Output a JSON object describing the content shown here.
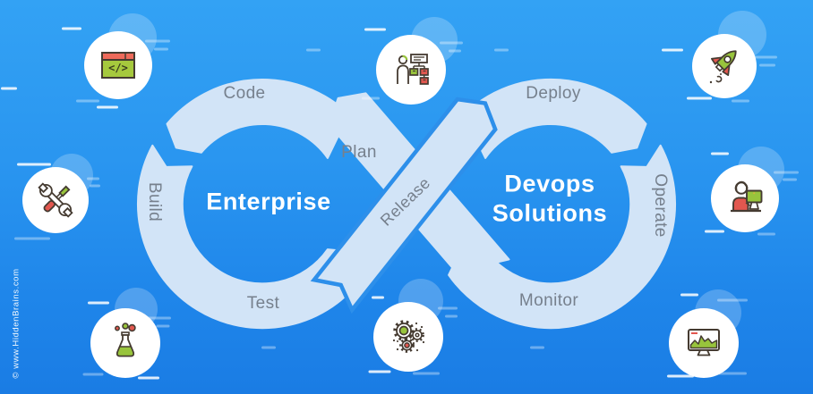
{
  "loop": {
    "left_center": "Enterprise",
    "right_center_line1": "Devops",
    "right_center_line2": "Solutions",
    "stages": {
      "code": "Code",
      "plan": "Plan",
      "build": "Build",
      "test": "Test",
      "release": "Release",
      "deploy": "Deploy",
      "operate": "Operate",
      "monitor": "Monitor"
    }
  },
  "watermark": "© www.HiddenBrains.com",
  "icons": [
    {
      "name": "code-editor-icon"
    },
    {
      "name": "tools-icon"
    },
    {
      "name": "flask-icon"
    },
    {
      "name": "org-chart-person-icon"
    },
    {
      "name": "gears-icon"
    },
    {
      "name": "rocket-icon"
    },
    {
      "name": "developer-at-computer-icon"
    },
    {
      "name": "monitor-chart-icon"
    }
  ],
  "colors": {
    "background_top": "#33a2f4",
    "background_bottom": "#1a7ce4",
    "loop_fill": "#d2e4f7",
    "label_gray": "#76808d",
    "center_text": "#ffffff",
    "accent_green": "#98c43c",
    "accent_red": "#e2574f",
    "icon_outline": "#453b31"
  }
}
